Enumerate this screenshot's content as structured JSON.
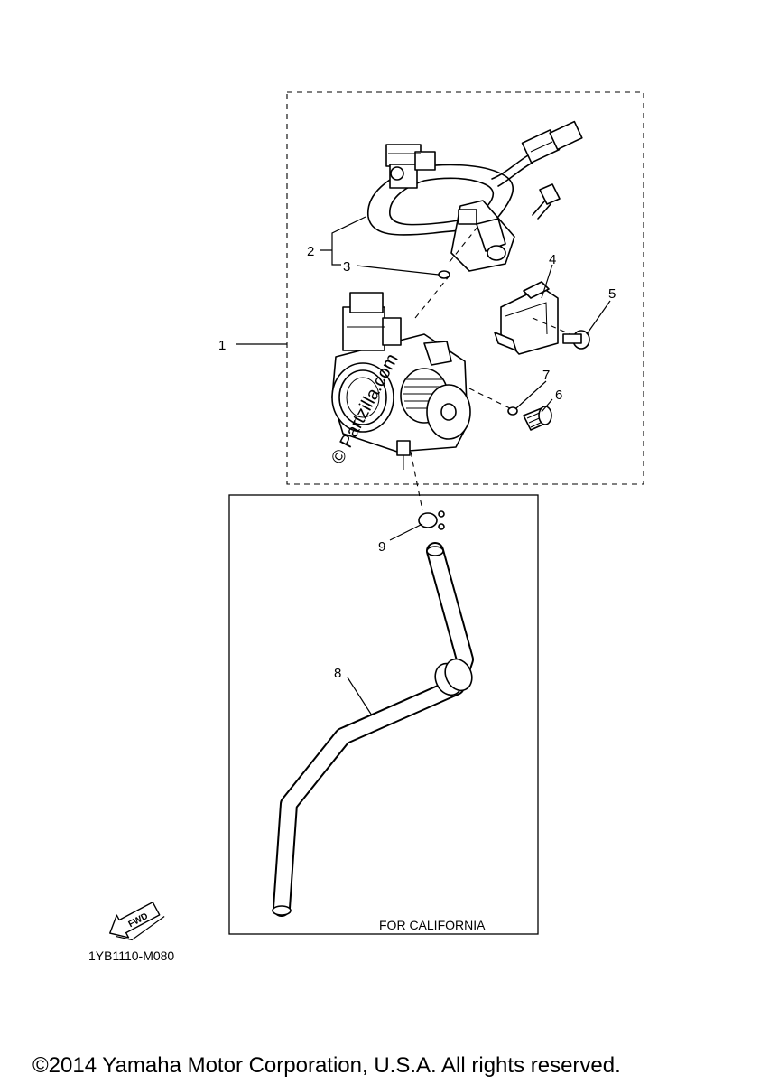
{
  "callouts": [
    "1",
    "2",
    "3",
    "4",
    "5",
    "6",
    "7",
    "8",
    "9"
  ],
  "box_label": "FOR CALIFORNIA",
  "fwd_label": "FWD",
  "diagram_code": "1YB1110-M080",
  "watermark": "© Partzilla.com",
  "copyright": "©2014 Yamaha Motor Corporation, U.S.A. All rights reserved.",
  "icons": [
    "fwd-arrow-icon",
    "watermark-logo-icon"
  ]
}
